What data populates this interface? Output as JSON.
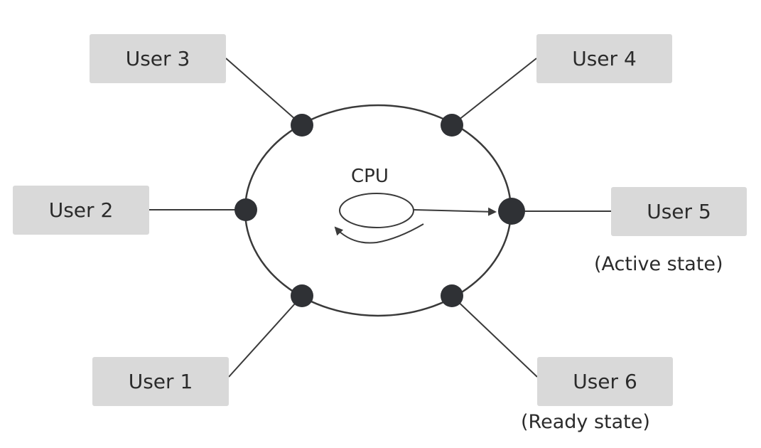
{
  "center": {
    "label": "CPU"
  },
  "users": [
    {
      "id": "user-1",
      "label": "User 1"
    },
    {
      "id": "user-2",
      "label": "User 2"
    },
    {
      "id": "user-3",
      "label": "User 3"
    },
    {
      "id": "user-4",
      "label": "User 4"
    },
    {
      "id": "user-5",
      "label": "User 5",
      "state": "(Active state)"
    },
    {
      "id": "user-6",
      "label": "User 6",
      "state": "(Ready state)"
    }
  ],
  "colors": {
    "box": "#d9d9d9",
    "node": "#2f3135",
    "line": "#3a3a3a",
    "text": "#2b2b2b"
  }
}
